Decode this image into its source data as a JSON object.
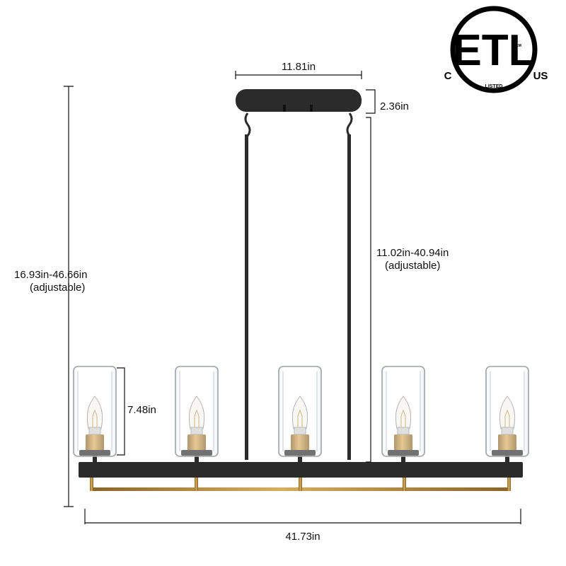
{
  "certification": {
    "mark": "ETL",
    "left_letter": "C",
    "right_letter": "US",
    "bottom_text": "LISTED",
    "small_text": "CM"
  },
  "dimensions": {
    "canopy_width": "11.81in",
    "canopy_height": "2.36in",
    "rod_length_line1": "11.02in-40.94in",
    "rod_length_line2": "(adjustable)",
    "total_height_line1": "16.93in-46.66in",
    "total_height_line2": "(adjustable)",
    "shade_height": "7.48in",
    "total_width": "41.73in"
  },
  "colors": {
    "frame": "#2b2b2b",
    "brass": "#b88a3e",
    "glass_stroke": "#9aa4aa",
    "dimension_line": "#111111"
  }
}
